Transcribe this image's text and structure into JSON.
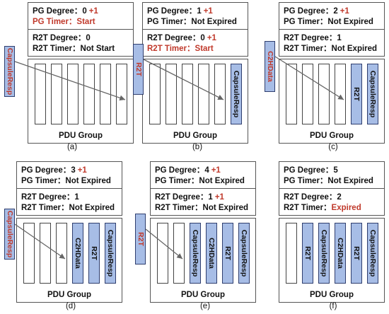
{
  "panels": [
    {
      "caption": "(a)",
      "pg_degree_label": "PG Degree：",
      "pg_degree_value": "0",
      "pg_degree_delta": "+1",
      "pg_timer_label": "PG Timer：",
      "pg_timer_value": "Start",
      "r2t_degree_label": "R2T Degree：",
      "r2t_degree_value": "0",
      "r2t_degree_delta": "",
      "r2t_timer_label": "R2T Timer：",
      "r2t_timer_value": "Not Start",
      "incoming": "CapsuleResp",
      "group_label": "PDU Group",
      "slots": [
        "",
        "",
        "",
        "",
        "",
        ""
      ]
    },
    {
      "caption": "(b)",
      "pg_degree_label": "PG Degree：",
      "pg_degree_value": "1",
      "pg_degree_delta": "+1",
      "pg_timer_label": "PG Timer：",
      "pg_timer_value": "Not Expired",
      "r2t_degree_label": "R2T Degree：",
      "r2t_degree_value": "0",
      "r2t_degree_delta": "+1",
      "r2t_timer_label": "R2T Timer：",
      "r2t_timer_value": "Start",
      "incoming": "R2T",
      "group_label": "PDU Group",
      "slots": [
        "",
        "",
        "",
        "",
        "",
        "CapsuleResp"
      ]
    },
    {
      "caption": "(c)",
      "pg_degree_label": "PG Degree：",
      "pg_degree_value": "2",
      "pg_degree_delta": "+1",
      "pg_timer_label": "PG Timer：",
      "pg_timer_value": "Not Expired",
      "r2t_degree_label": "R2T Degree：",
      "r2t_degree_value": "1",
      "r2t_degree_delta": "",
      "r2t_timer_label": "R2T Timer：",
      "r2t_timer_value": "Not Expired",
      "incoming": "C2HData",
      "group_label": "PDU Group",
      "slots": [
        "",
        "",
        "",
        "",
        "R2T",
        "CapsuleResp"
      ]
    },
    {
      "caption": "(d)",
      "pg_degree_label": "PG Degree：",
      "pg_degree_value": "3",
      "pg_degree_delta": "+1",
      "pg_timer_label": "PG Timer：",
      "pg_timer_value": "Not Expired",
      "r2t_degree_label": "R2T Degree：",
      "r2t_degree_value": "1",
      "r2t_degree_delta": "",
      "r2t_timer_label": "R2T Timer：",
      "r2t_timer_value": "Not Expired",
      "incoming": "CapsuleResp",
      "group_label": "PDU Group",
      "slots": [
        "",
        "",
        "",
        "C2HData",
        "R2T",
        "CapsuleResp"
      ]
    },
    {
      "caption": "(e)",
      "pg_degree_label": "PG Degree：",
      "pg_degree_value": "4",
      "pg_degree_delta": "+1",
      "pg_timer_label": "PG Timer：",
      "pg_timer_value": "Not Expired",
      "r2t_degree_label": "R2T Degree：",
      "r2t_degree_value": "1",
      "r2t_degree_delta": "+1",
      "r2t_timer_label": "R2T Timer：",
      "r2t_timer_value": "Not Expired",
      "incoming": "R2T",
      "group_label": "PDU Group",
      "slots": [
        "",
        "",
        "CapsuleResp",
        "C2HData",
        "R2T",
        "CapsuleResp"
      ]
    },
    {
      "caption": "(f)",
      "pg_degree_label": "PG Degree：",
      "pg_degree_value": "5",
      "pg_degree_delta": "",
      "pg_timer_label": "PG Timer：",
      "pg_timer_value": "Not Expired",
      "r2t_degree_label": "R2T Degree：",
      "r2t_degree_value": "2",
      "r2t_degree_delta": "",
      "r2t_timer_label": "R2T Timer：",
      "r2t_timer_value": "Expired",
      "incoming": "",
      "group_label": "PDU Group",
      "slots": [
        "",
        "R2T",
        "CapsuleResp",
        "C2HData",
        "R2T",
        "CapsuleResp"
      ]
    }
  ],
  "colors": {
    "slot_fill": "#a7bde6",
    "highlight": "#c0392b",
    "arrow": "#666666"
  }
}
